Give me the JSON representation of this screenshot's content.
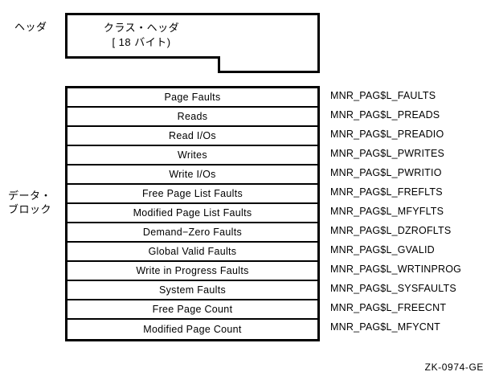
{
  "figure": {
    "id_label": "ZK-0974-GE"
  },
  "header_section": {
    "side_label": "ヘッダ",
    "title": "クラス・ヘッダ",
    "size_note": "[ 18 バイト)"
  },
  "data_block": {
    "side_label": "データ・\nブロック",
    "rows": [
      {
        "field": "Page Faults",
        "symbol": "MNR_PAG$L_FAULTS"
      },
      {
        "field": "Reads",
        "symbol": "MNR_PAG$L_PREADS"
      },
      {
        "field": "Read I/Os",
        "symbol": "MNR_PAG$L_PREADIO"
      },
      {
        "field": "Writes",
        "symbol": "MNR_PAG$L_PWRITES"
      },
      {
        "field": "Write I/Os",
        "symbol": "MNR_PAG$L_PWRITIO"
      },
      {
        "field": "Free Page List Faults",
        "symbol": "MNR_PAG$L_FREFLTS"
      },
      {
        "field": "Modified Page List Faults",
        "symbol": "MNR_PAG$L_MFYFLTS"
      },
      {
        "field": "Demand−Zero Faults",
        "symbol": "MNR_PAG$L_DZROFLTS"
      },
      {
        "field": "Global Valid Faults",
        "symbol": "MNR_PAG$L_GVALID"
      },
      {
        "field": "Write in Progress Faults",
        "symbol": "MNR_PAG$L_WRTINPROG"
      },
      {
        "field": "System Faults",
        "symbol": "MNR_PAG$L_SYSFAULTS"
      },
      {
        "field": "Free Page Count",
        "symbol": "MNR_PAG$L_FREECNT"
      },
      {
        "field": "Modified Page Count",
        "symbol": "MNR_PAG$L_MFYCNT"
      }
    ]
  },
  "colors": {
    "line": "#000000",
    "background": "#ffffff"
  }
}
